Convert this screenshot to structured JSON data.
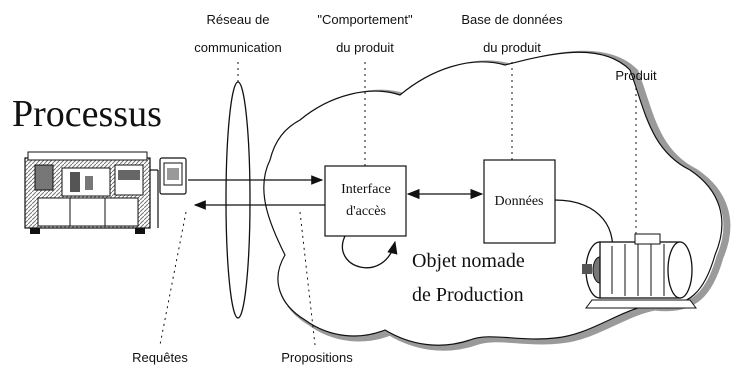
{
  "labels": {
    "network": [
      "Réseau de",
      "communication"
    ],
    "behaviour": [
      "\"Comportement\"",
      "du produit"
    ],
    "database": [
      "Base de données",
      "du produit"
    ],
    "product": "Produit",
    "process": "Processus",
    "requests": "Requêtes",
    "proposals": "Propositions"
  },
  "boxes": {
    "interface": [
      "Interface",
      "d'accès"
    ],
    "data": "Données"
  },
  "nomad_object": [
    "Objet nomade",
    "de Production"
  ],
  "colors": {
    "ink": "#111111",
    "hatch": "#8a8a8a",
    "background": "#ffffff"
  },
  "icons": [
    "machine-icon",
    "terminal-icon",
    "motor-icon"
  ]
}
